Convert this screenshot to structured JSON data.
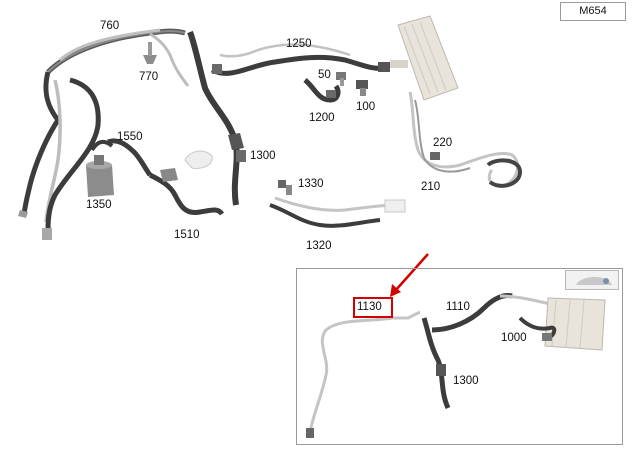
{
  "diagram_code": "M654",
  "main_labels": [
    {
      "id": "760",
      "text": "760"
    },
    {
      "id": "770",
      "text": "770"
    },
    {
      "id": "1250",
      "text": "1250"
    },
    {
      "id": "50",
      "text": "50"
    },
    {
      "id": "100",
      "text": "100"
    },
    {
      "id": "1200",
      "text": "1200"
    },
    {
      "id": "1550",
      "text": "1550"
    },
    {
      "id": "1300",
      "text": "1300"
    },
    {
      "id": "220",
      "text": "220"
    },
    {
      "id": "1330",
      "text": "1330"
    },
    {
      "id": "210",
      "text": "210"
    },
    {
      "id": "1350",
      "text": "1350"
    },
    {
      "id": "1510",
      "text": "1510"
    },
    {
      "id": "1320",
      "text": "1320"
    }
  ],
  "inset_labels": [
    {
      "id": "1130",
      "text": "1130",
      "highlighted": true
    },
    {
      "id": "1110",
      "text": "1110"
    },
    {
      "id": "1000",
      "text": "1000"
    },
    {
      "id": "1300b",
      "text": "1300"
    }
  ],
  "colors": {
    "hose_dark": "#3c3c3c",
    "hose_mid": "#6a6a6a",
    "pipe_light": "#c4c4c4",
    "radiator": "#e6e2da",
    "highlight": "#d40000",
    "frame": "#9a9a9a"
  }
}
